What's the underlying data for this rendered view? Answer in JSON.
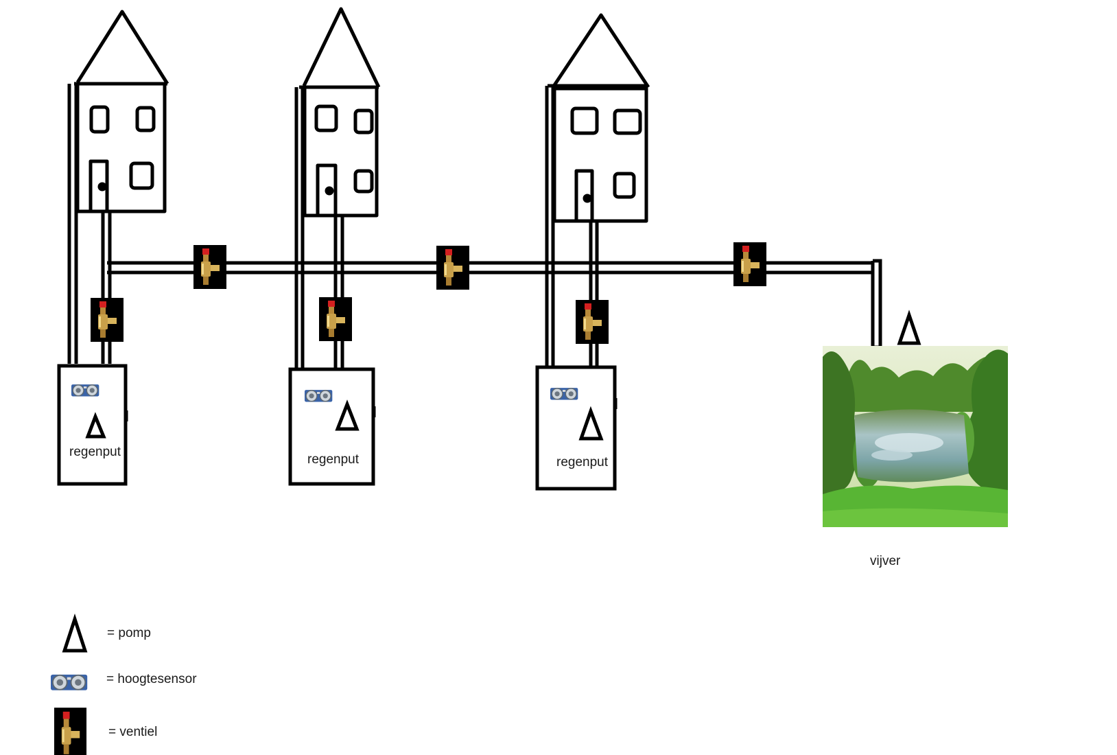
{
  "labels": {
    "tank": [
      "regenput",
      "regenput",
      "regenput"
    ],
    "pond": "vijver"
  },
  "legend": {
    "pump": "= pomp",
    "sensor": "= hoogtesensor",
    "valve": "= ventiel"
  },
  "colors": {
    "line": "#000000",
    "background": "#ffffff",
    "valve_body": "#c8a04a",
    "valve_cap": "#d42020",
    "sensor_board": "#3a63a8",
    "pond_grass": "#58b534",
    "pond_water": "#8fb9b8"
  }
}
